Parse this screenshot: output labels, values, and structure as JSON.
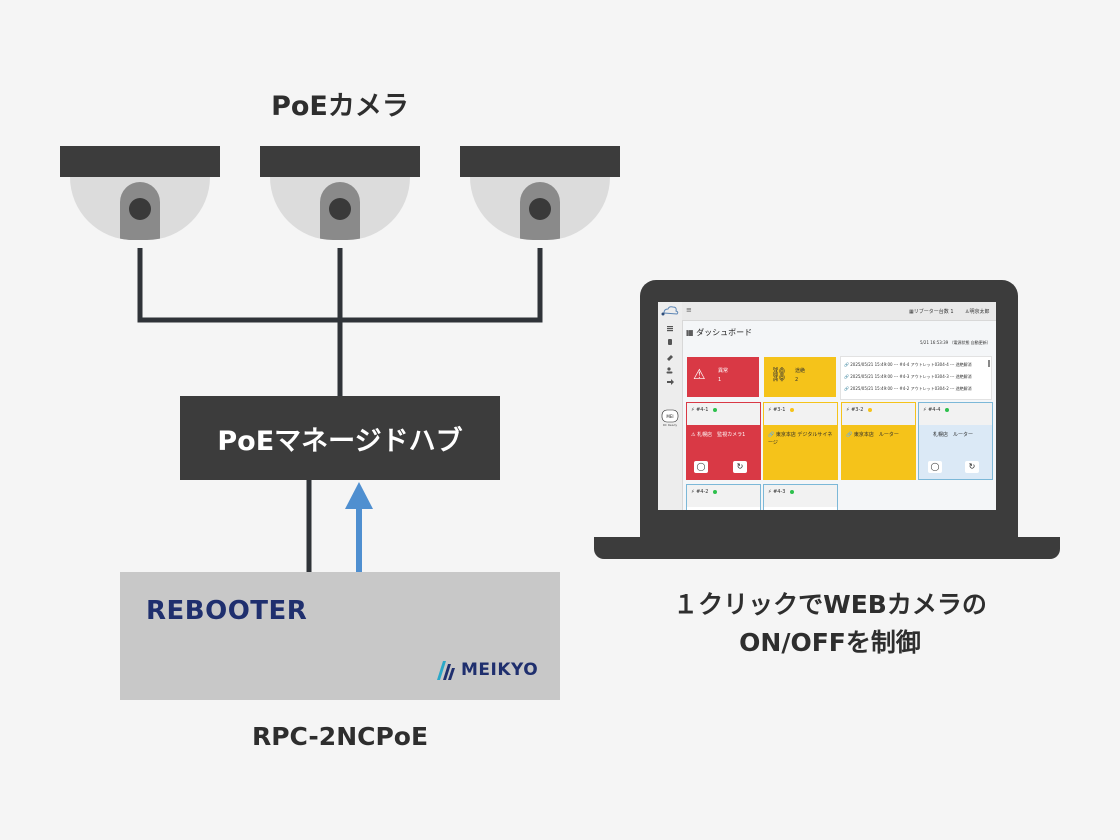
{
  "cameras": {
    "title": "PoEカメラ",
    "items": [
      {
        "icon": "dome-camera-icon"
      },
      {
        "icon": "dome-camera-icon"
      },
      {
        "icon": "dome-camera-icon"
      }
    ]
  },
  "hub": {
    "label": "PoEマネージドハブ"
  },
  "rebooter": {
    "label": "REBOOTER",
    "brand": "MEIKYO",
    "model": "RPC-2NCPoE"
  },
  "caption": {
    "line1": "１クリックでWEBカメラの",
    "line2": "ON/OFFを制御"
  },
  "colors": {
    "dark": "#3c3c3c",
    "arrow": "#4f8fd0",
    "brand": "#1f2f6e",
    "alert_red": "#d93945",
    "warn_yellow": "#f5c31a",
    "info_blue": "#dbe9f6"
  },
  "dashboard": {
    "header_repeater": "リブーター台数 1",
    "header_user": "明京太郎",
    "title": "ダッシュボード",
    "timestamp": "5/21 16:53:39 （電源状態 自動更新）",
    "status_alert": {
      "label": "異常",
      "count": "1"
    },
    "status_cut": {
      "label": "途絶",
      "count": "2"
    },
    "logs": [
      "2025/05/21 15:49:00 --- #4-4 アウトレット0304-4 --- 途絶解消",
      "2025/05/21 15:49:00 --- #4-3 アウトレット0304-3 --- 途絶解消",
      "2025/05/21 15:49:00 --- #4-2 アウトレット0304-2 --- 途絶解消"
    ],
    "outlets": [
      {
        "id": "#4-1",
        "label": "札幌店　監視カメラ1"
      },
      {
        "id": "#3-1",
        "label": "東京本店 デジタルサイネージ"
      },
      {
        "id": "#3-2",
        "label": "東京本店　ルーター"
      },
      {
        "id": "#4-4",
        "label": "札幌店　ルーター"
      },
      {
        "id": "#4-2",
        "label": ""
      },
      {
        "id": "#4-3",
        "label": ""
      }
    ],
    "sidebar_logo": "MEIKYO RC Ready"
  }
}
